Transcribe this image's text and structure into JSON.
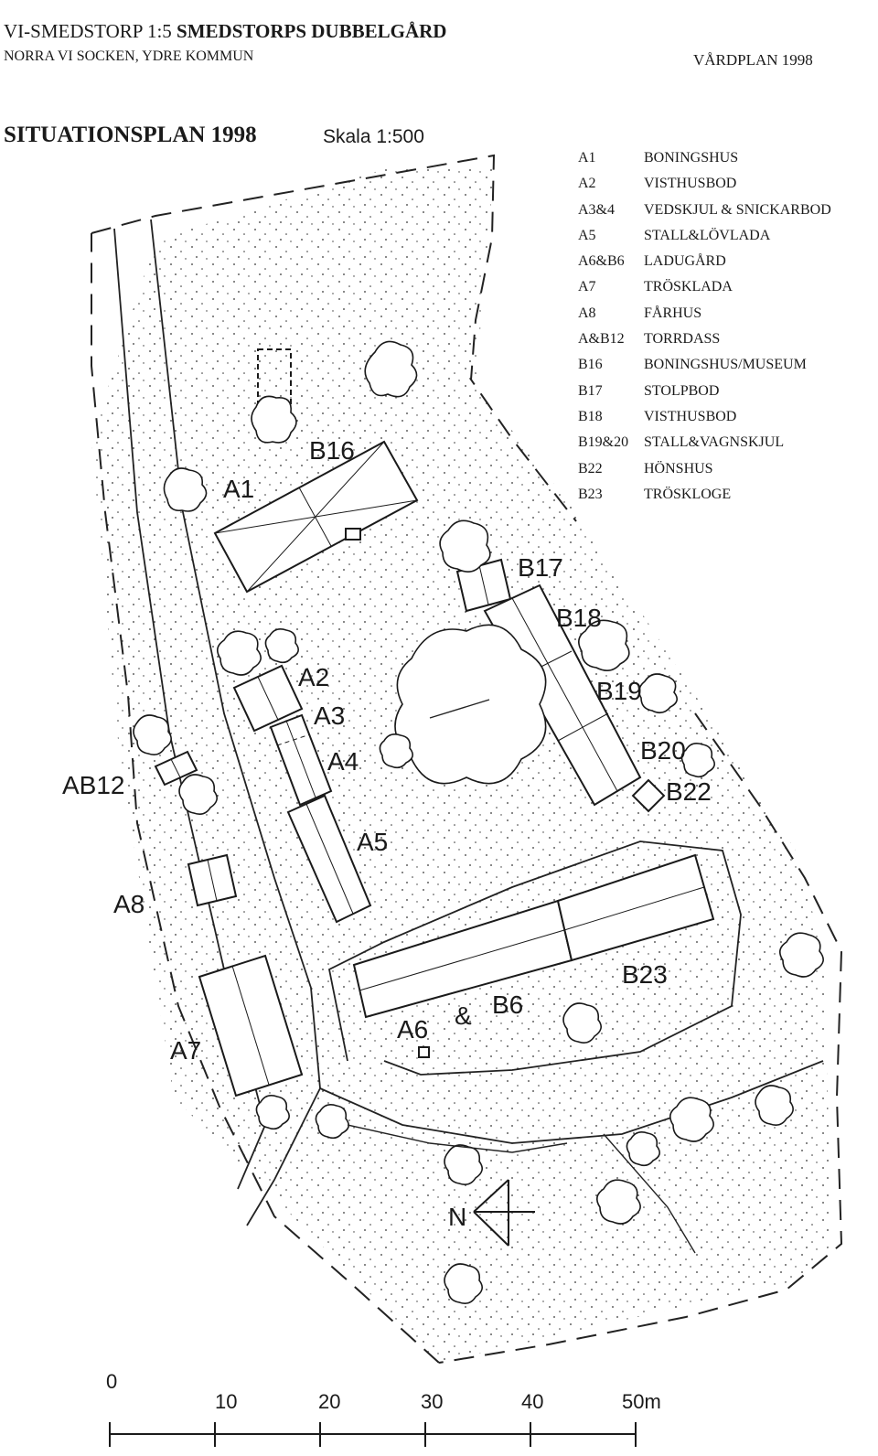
{
  "header": {
    "place": "VI-SMEDSTORP 1:5",
    "name": "SMEDSTORPS DUBBELGÅRD",
    "parish": "NORRA VI SOCKEN, YDRE KOMMUN",
    "plan": "VÅRDPLAN 1998"
  },
  "title": {
    "main": "SITUATIONSPLAN 1998",
    "scale": "Skala 1:500"
  },
  "legend": [
    {
      "code": "A1",
      "name": "BONINGSHUS"
    },
    {
      "code": "A2",
      "name": "VISTHUSBOD"
    },
    {
      "code": "A3&4",
      "name": "VEDSKJUL & SNICKARBOD"
    },
    {
      "code": "A5",
      "name": "STALL&LÖVLADA"
    },
    {
      "code": "A6&B6",
      "name": "LADUGÅRD"
    },
    {
      "code": "A7",
      "name": "TRÖSKLADA"
    },
    {
      "code": "A8",
      "name": "FÅRHUS"
    },
    {
      "code": "A&B12",
      "name": "TORRDASS"
    },
    {
      "code": "B16",
      "name": "BONINGSHUS/MUSEUM"
    },
    {
      "code": "B17",
      "name": "STOLPBOD"
    },
    {
      "code": "B18",
      "name": "VISTHUSBOD"
    },
    {
      "code": "B19&20",
      "name": "STALL&VAGNSKJUL"
    },
    {
      "code": "B22",
      "name": "HÖNSHUS"
    },
    {
      "code": "B23",
      "name": "TRÖSKLOGE"
    }
  ],
  "map_labels": {
    "b16": "B16",
    "a1": "A1",
    "b17": "B17",
    "b18": "B18",
    "b19": "B19",
    "b20": "B20",
    "b22": "B22",
    "a2": "A2",
    "a3": "A3",
    "a4": "A4",
    "a5": "A5",
    "ab12": "AB12",
    "a8": "A8",
    "b23": "B23",
    "a6": "A6",
    "amp": "&",
    "b6": "B6",
    "a7": "A7",
    "north": "N"
  },
  "scale_bar": {
    "ticks": [
      "0",
      "10",
      "20",
      "30",
      "40",
      "50m"
    ]
  }
}
